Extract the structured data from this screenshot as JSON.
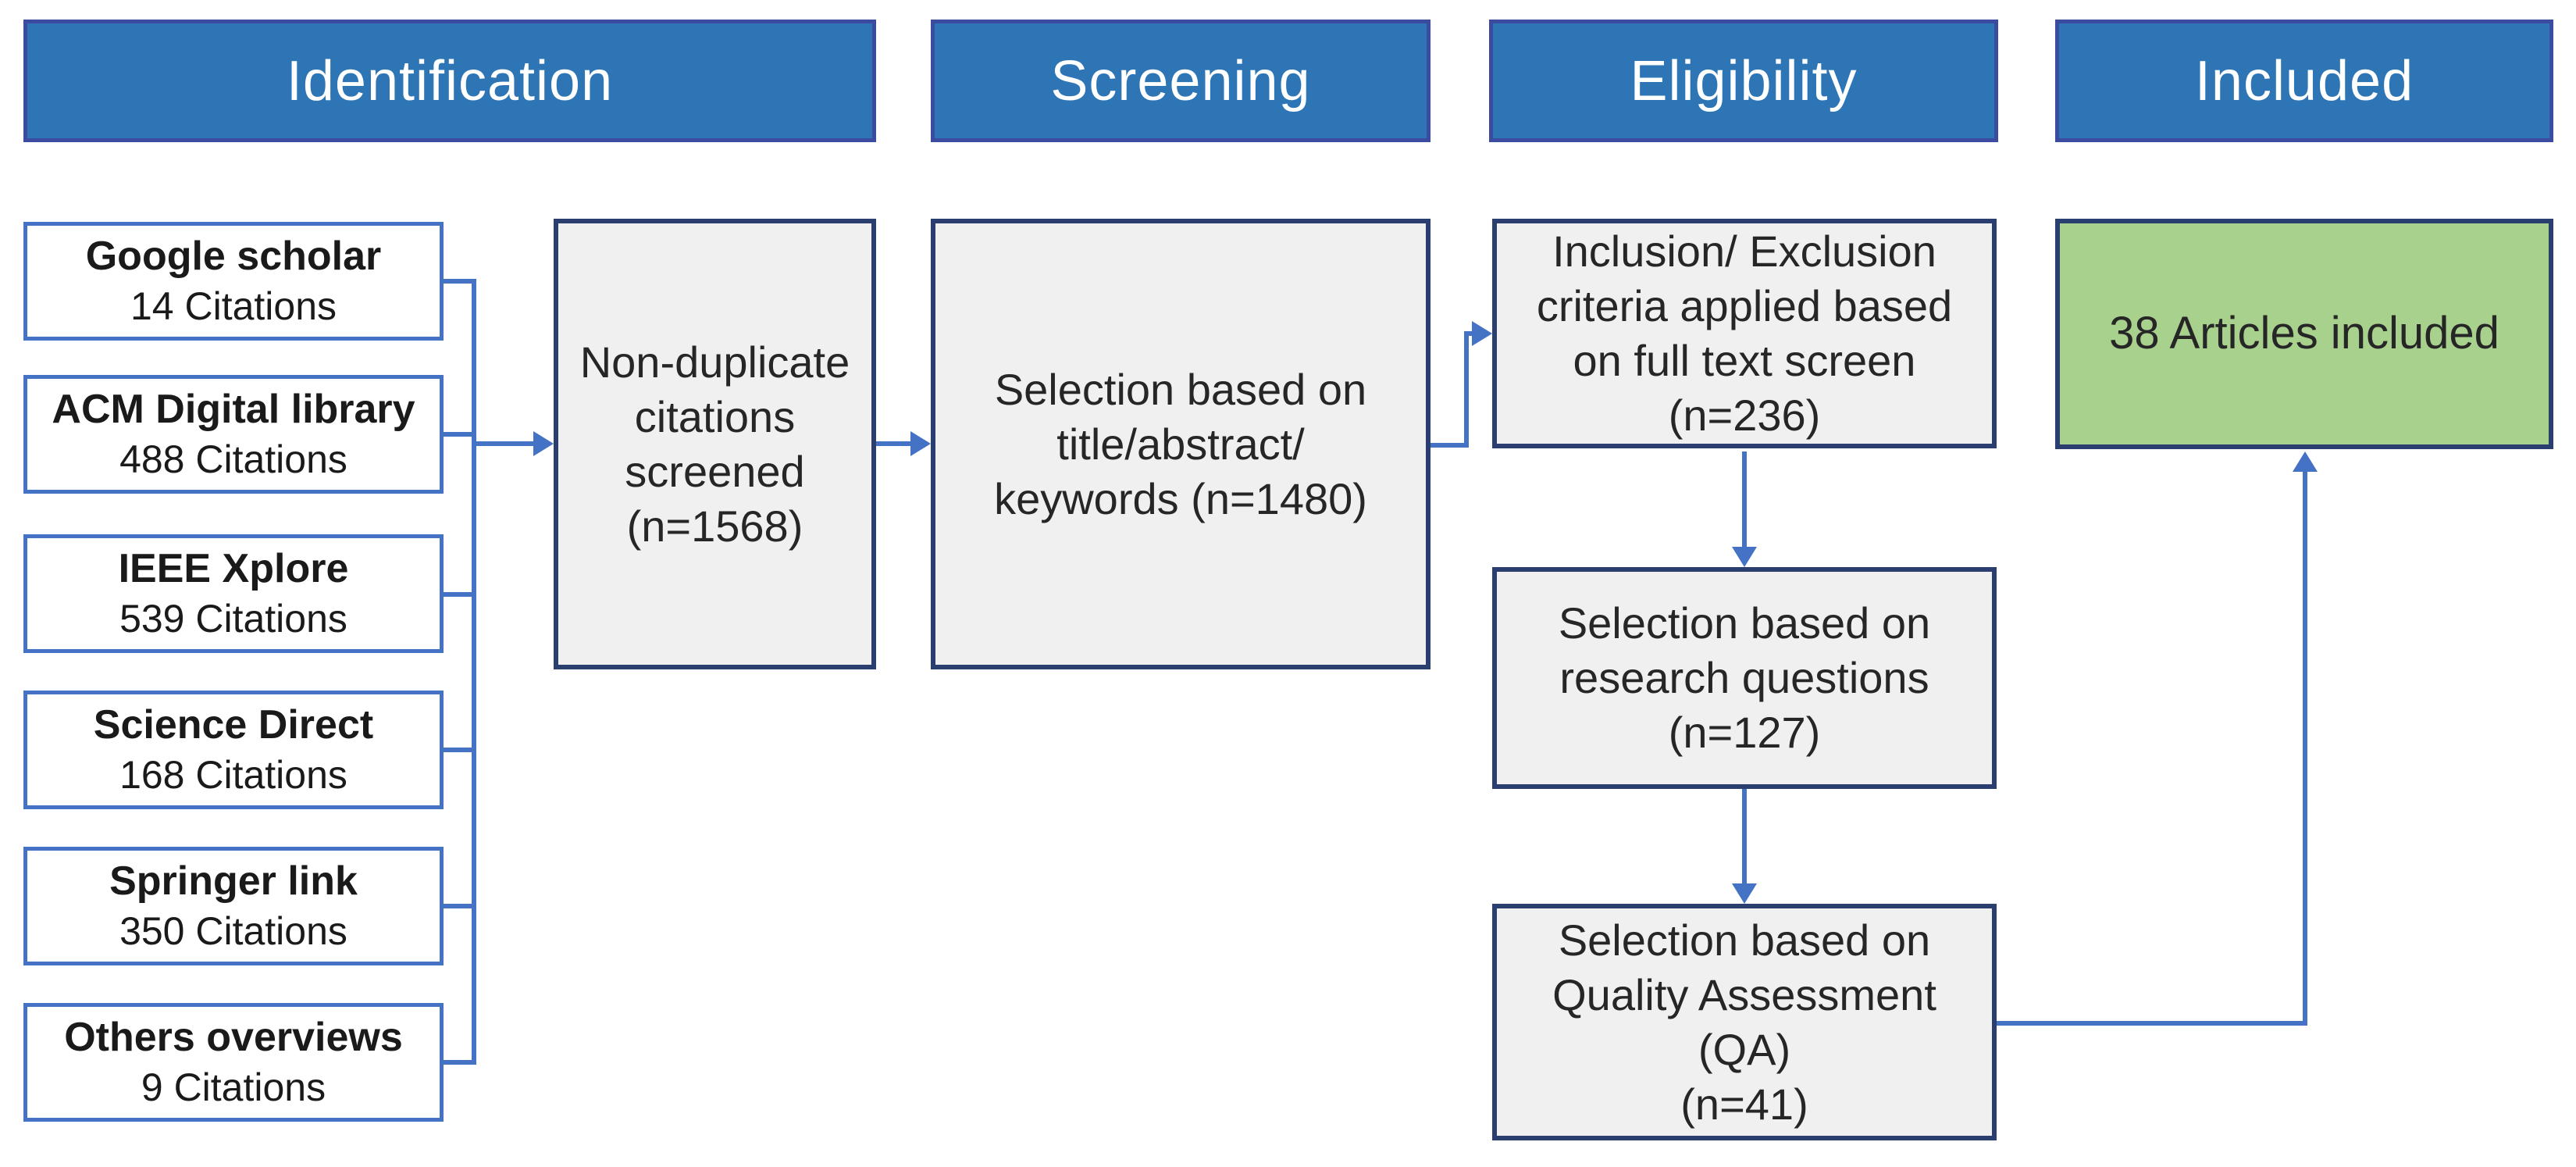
{
  "headers": [
    {
      "label": "Identification"
    },
    {
      "label": "Screening"
    },
    {
      "label": "Eligibility"
    },
    {
      "label": "Included"
    }
  ],
  "sources": [
    {
      "name": "Google scholar",
      "citations": "14 Citations"
    },
    {
      "name": "ACM Digital library",
      "citations": "488 Citations"
    },
    {
      "name": "IEEE Xplore",
      "citations": "539 Citations"
    },
    {
      "name": "Science Direct",
      "citations": "168 Citations"
    },
    {
      "name": "Springer link",
      "citations": "350 Citations"
    },
    {
      "name": "Others overviews",
      "citations": "9 Citations"
    }
  ],
  "stages": {
    "non_duplicate": {
      "text": "Non-duplicate\ncitations\nscreened\n(n=1568)"
    },
    "title_abstract": {
      "text": "Selection based on\ntitle/abstract/\nkeywords (n=1480)"
    },
    "inclusion_exclusion": {
      "text": "Inclusion/ Exclusion\ncriteria applied based\non full text screen\n(n=236)"
    },
    "research_questions": {
      "text": "Selection based on\nresearch questions\n(n=127)"
    },
    "quality_assessment": {
      "text": "Selection based on\nQuality Assessment\n(QA)\n(n=41)"
    },
    "included_articles": {
      "text": "38 Articles included"
    }
  },
  "colors": {
    "header_fill": "#2E75B6",
    "header_border": "#3B4CA0",
    "source_border": "#4472C4",
    "process_fill": "#F0F0F0",
    "process_border": "#2A3F6F",
    "included_fill": "#A9D18E",
    "connector": "#4472C4",
    "header_text": "#ffffff",
    "body_text": "#262626"
  }
}
